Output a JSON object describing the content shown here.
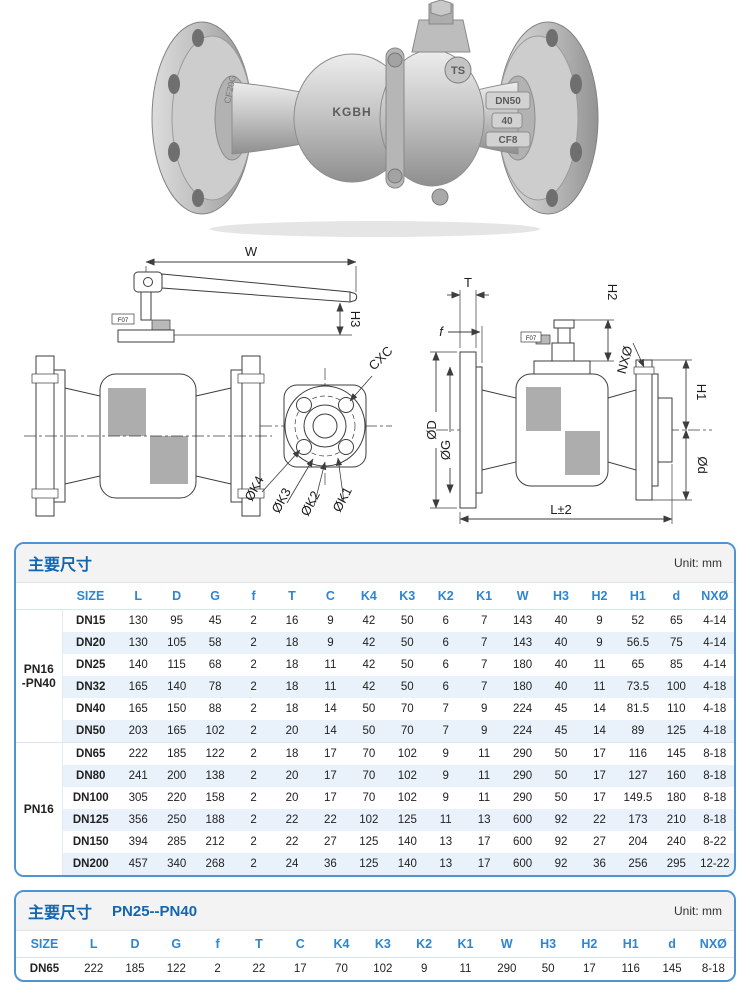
{
  "photo": {
    "stamp_logo": "TS",
    "brand": "KGBH",
    "flange_stamp": "CF20G",
    "tags": [
      "DN50",
      "40",
      "CF8"
    ]
  },
  "drawings": {
    "front": {
      "w": "W",
      "h3": "H3",
      "pad": "F07"
    },
    "flange": {
      "cxc": "CXC",
      "k4": "ØK4",
      "k3": "ØK3",
      "k2": "ØK2",
      "k1": "ØK1"
    },
    "section": {
      "t": "T",
      "f": "f",
      "h2": "H2",
      "nx": "NXØ",
      "h1": "H1",
      "dd": "ØD",
      "g": "ØG",
      "d": "Ød",
      "l": "L±2",
      "pad": "F07"
    }
  },
  "table1": {
    "title": "主要尺寸",
    "unit": "Unit: mm",
    "columns": [
      "SIZE",
      "L",
      "D",
      "G",
      "f",
      "T",
      "C",
      "K4",
      "K3",
      "K2",
      "K1",
      "W",
      "H3",
      "H2",
      "H1",
      "d",
      "NXØ"
    ],
    "groups": [
      {
        "label_lines": [
          "PN16",
          "-PN40"
        ],
        "rows": [
          [
            "DN15",
            "130",
            "95",
            "45",
            "2",
            "16",
            "9",
            "42",
            "50",
            "6",
            "7",
            "143",
            "40",
            "9",
            "52",
            "65",
            "4-14"
          ],
          [
            "DN20",
            "130",
            "105",
            "58",
            "2",
            "18",
            "9",
            "42",
            "50",
            "6",
            "7",
            "143",
            "40",
            "9",
            "56.5",
            "75",
            "4-14"
          ],
          [
            "DN25",
            "140",
            "115",
            "68",
            "2",
            "18",
            "11",
            "42",
            "50",
            "6",
            "7",
            "180",
            "40",
            "11",
            "65",
            "85",
            "4-14"
          ],
          [
            "DN32",
            "165",
            "140",
            "78",
            "2",
            "18",
            "11",
            "42",
            "50",
            "6",
            "7",
            "180",
            "40",
            "11",
            "73.5",
            "100",
            "4-18"
          ],
          [
            "DN40",
            "165",
            "150",
            "88",
            "2",
            "18",
            "14",
            "50",
            "70",
            "7",
            "9",
            "224",
            "45",
            "14",
            "81.5",
            "110",
            "4-18"
          ],
          [
            "DN50",
            "203",
            "165",
            "102",
            "2",
            "20",
            "14",
            "50",
            "70",
            "7",
            "9",
            "224",
            "45",
            "14",
            "89",
            "125",
            "4-18"
          ]
        ]
      },
      {
        "label_lines": [
          "PN16"
        ],
        "rows": [
          [
            "DN65",
            "222",
            "185",
            "122",
            "2",
            "18",
            "17",
            "70",
            "102",
            "9",
            "11",
            "290",
            "50",
            "17",
            "116",
            "145",
            "8-18"
          ],
          [
            "DN80",
            "241",
            "200",
            "138",
            "2",
            "20",
            "17",
            "70",
            "102",
            "9",
            "11",
            "290",
            "50",
            "17",
            "127",
            "160",
            "8-18"
          ],
          [
            "DN100",
            "305",
            "220",
            "158",
            "2",
            "20",
            "17",
            "70",
            "102",
            "9",
            "11",
            "290",
            "50",
            "17",
            "149.5",
            "180",
            "8-18"
          ],
          [
            "DN125",
            "356",
            "250",
            "188",
            "2",
            "22",
            "22",
            "102",
            "125",
            "11",
            "13",
            "600",
            "92",
            "22",
            "173",
            "210",
            "8-18"
          ],
          [
            "DN150",
            "394",
            "285",
            "212",
            "2",
            "22",
            "27",
            "125",
            "140",
            "13",
            "17",
            "600",
            "92",
            "27",
            "204",
            "240",
            "8-22"
          ],
          [
            "DN200",
            "457",
            "340",
            "268",
            "2",
            "24",
            "36",
            "125",
            "140",
            "13",
            "17",
            "600",
            "92",
            "36",
            "256",
            "295",
            "12-22"
          ]
        ]
      }
    ]
  },
  "table2": {
    "title": "主要尺寸",
    "subtitle": "PN25--PN40",
    "unit": "Unit: mm",
    "columns": [
      "SIZE",
      "L",
      "D",
      "G",
      "f",
      "T",
      "C",
      "K4",
      "K3",
      "K2",
      "K1",
      "W",
      "H3",
      "H2",
      "H1",
      "d",
      "NXØ"
    ],
    "rows": [
      [
        "DN65",
        "222",
        "185",
        "122",
        "2",
        "22",
        "17",
        "70",
        "102",
        "9",
        "11",
        "290",
        "50",
        "17",
        "116",
        "145",
        "8-18"
      ]
    ]
  }
}
